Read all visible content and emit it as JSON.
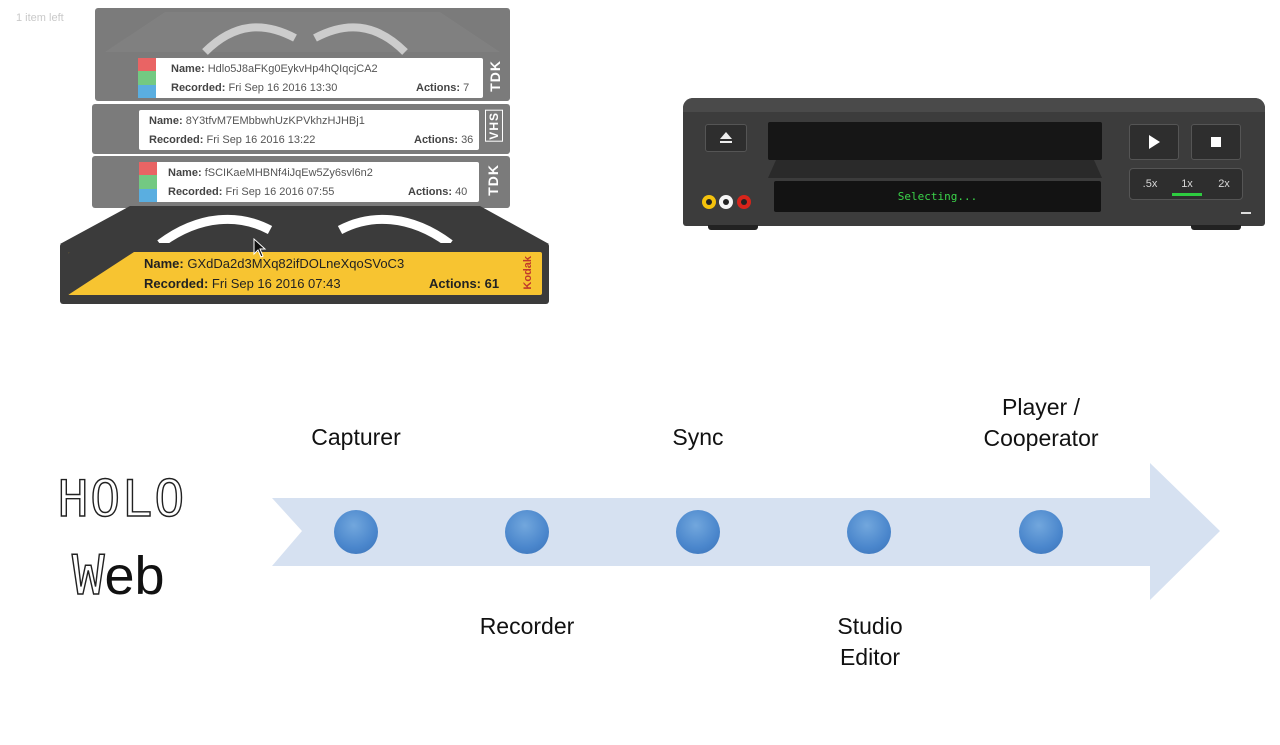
{
  "top_label": "1 item left",
  "tapes": [
    {
      "name_label": "Name:",
      "name": "Hdlo5J8aFKg0EykvHp4hQIqcjCA2",
      "recorded_label": "Recorded:",
      "recorded": "Fri Sep 16 2016 13:30",
      "actions_label": "Actions:",
      "actions": "7",
      "brand": "TDK"
    },
    {
      "name_label": "Name:",
      "name": "8Y3tfvM7EMbbwhUzKPVkhzHJHBj1",
      "recorded_label": "Recorded:",
      "recorded": "Fri Sep 16 2016 13:22",
      "actions_label": "Actions:",
      "actions": "36",
      "brand": "VHS"
    },
    {
      "name_label": "Name:",
      "name": "fSCIKaeMHBNf4iJqEw5Zy6svl6n2",
      "recorded_label": "Recorded:",
      "recorded": "Fri Sep 16 2016 07:55",
      "actions_label": "Actions:",
      "actions": "40",
      "brand": "TDK"
    },
    {
      "name_label": "Name:",
      "name": "GXdDa2d3MXq82ifDOLneXqoSVoC3",
      "recorded_label": "Recorded:",
      "recorded": "Fri Sep 16 2016 07:43",
      "actions_label": "Actions:",
      "actions": "61",
      "brand": "Kodak"
    }
  ],
  "vcr": {
    "eject_icon": "eject-icon",
    "play_icon": "play-icon",
    "stop_icon": "stop-icon",
    "status": "Selecting...",
    "speeds": [
      ".5x",
      "1x",
      "2x"
    ],
    "selected_speed": "1x"
  },
  "logo": {
    "line1": "HOLO",
    "line2_outline": "W",
    "line2_rest": "eb"
  },
  "timeline": {
    "stages": [
      "Capturer",
      "Recorder",
      "Sync",
      "Studio\nEditor",
      "Player /\nCooperator"
    ],
    "arrow_color": "#d6e1f1",
    "dot_color": "#4a86cc"
  }
}
